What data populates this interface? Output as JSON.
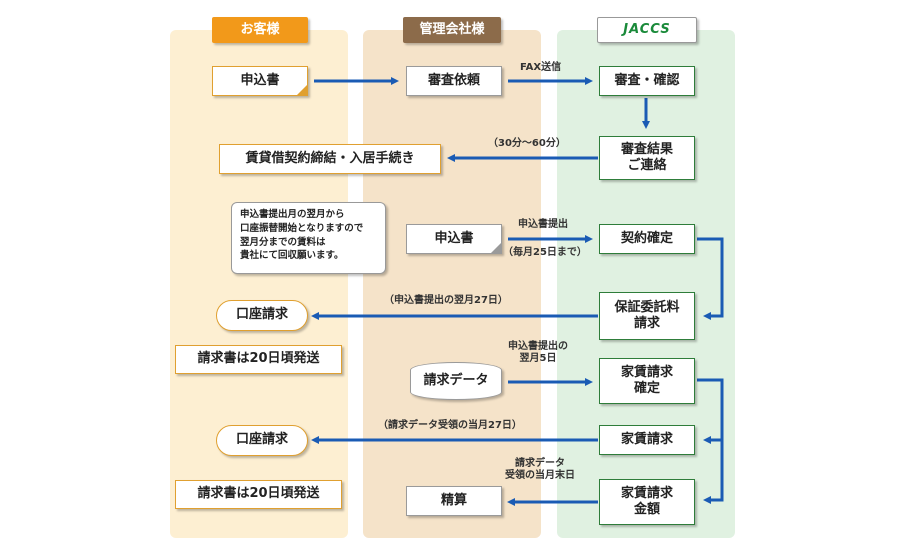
{
  "lanes": {
    "customer": {
      "label": "お客様",
      "color": "#f2991a",
      "bg": "#fdefd2"
    },
    "agency": {
      "label": "管理会社様",
      "color": "#8c6b4a",
      "bg": "#f5e3c9"
    },
    "jaccs": {
      "label": "JACCS",
      "color": "#ffffff",
      "bg": "#e0f1e1",
      "logo_color": "#1a8a3a"
    }
  },
  "boxes": {
    "application_form": "申込書",
    "screening_request": "審査依頼",
    "screening_check": "審査・確認",
    "screening_result": "審査結果\nご連絡",
    "lease_contract": "賃貸借契約締結・入居手続き",
    "application_form_2": "申込書",
    "contract_confirmed": "契約確定",
    "debit_1": "口座請求",
    "guarantee_fee": "保証委託料\n請求",
    "invoice_1": "請求書は20日頃発送",
    "billing_data": "請求データ",
    "rent_confirmed": "家賃請求\n確定",
    "debit_2": "口座請求",
    "rent_billing": "家賃請求",
    "invoice_2": "請求書は20日頃発送",
    "settlement": "精算",
    "rent_amount": "家賃請求\n金額"
  },
  "labels": {
    "fax": "FAX送信",
    "time": "（30分〜60分）",
    "submit": "申込書提出",
    "deadline": "（毎月25日まで）",
    "next_month_27": "（申込書提出の翌月27日）",
    "next_month_5": "申込書提出の\n翌月5日",
    "data_month_27": "（請求データ受領の当月27日）",
    "data_month_end": "請求データ\n受領の当月末日"
  },
  "note": "申込書提出月の翌月から\n口座振替開始となりますので\n翌月分までの賃料は\n貴社にて回収願います。"
}
